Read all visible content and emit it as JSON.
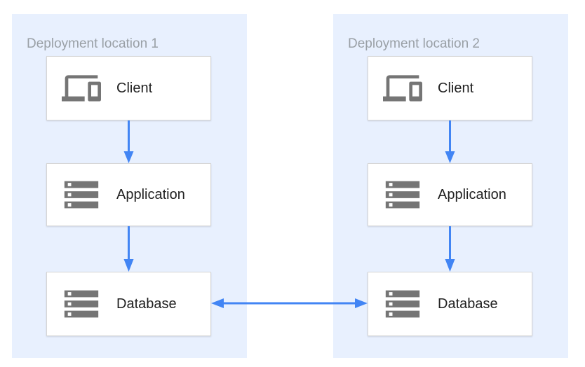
{
  "diagram": {
    "panels": [
      {
        "title": "Deployment location 1",
        "nodes": [
          {
            "id": "client",
            "label": "Client",
            "icon": "devices-icon"
          },
          {
            "id": "application",
            "label": "Application",
            "icon": "storage-icon"
          },
          {
            "id": "database",
            "label": "Database",
            "icon": "storage-icon"
          }
        ]
      },
      {
        "title": "Deployment location 2",
        "nodes": [
          {
            "id": "client",
            "label": "Client",
            "icon": "devices-icon"
          },
          {
            "id": "application",
            "label": "Application",
            "icon": "storage-icon"
          },
          {
            "id": "database",
            "label": "Database",
            "icon": "storage-icon"
          }
        ]
      }
    ],
    "connections": [
      {
        "from": "location-1-client",
        "to": "location-1-application",
        "direction": "down"
      },
      {
        "from": "location-1-application",
        "to": "location-1-database",
        "direction": "down"
      },
      {
        "from": "location-2-client",
        "to": "location-2-application",
        "direction": "down"
      },
      {
        "from": "location-2-application",
        "to": "location-2-database",
        "direction": "down"
      },
      {
        "from": "location-1-database",
        "to": "location-2-database",
        "direction": "bidirectional"
      }
    ],
    "colors": {
      "panel_background": "#e8f0fe",
      "arrow": "#4285f4",
      "icon": "#757575",
      "node_border": "#d6d6d6",
      "panel_title_text": "#9aa0a6",
      "node_label_text": "#212121"
    }
  }
}
